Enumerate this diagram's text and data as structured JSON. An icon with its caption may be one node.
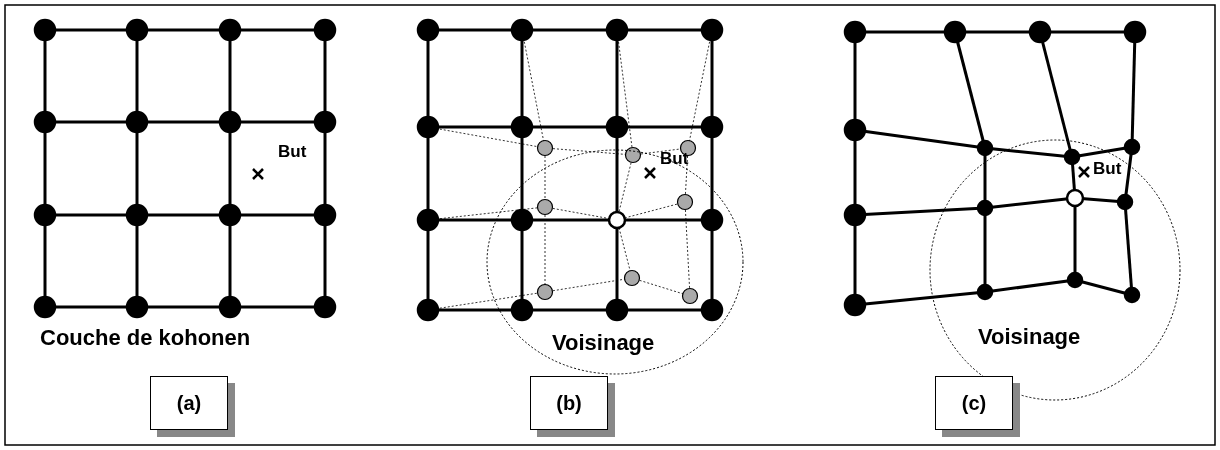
{
  "diagram": {
    "nodes": [
      {
        "text": [
          "(a)"
        ]
      },
      {
        "text": [
          "(b)"
        ]
      },
      {
        "text": [
          "(c)"
        ]
      }
    ],
    "labels": [
      "But",
      "Couche de kohonen",
      "But",
      "Voisinage",
      "But",
      "Voisinage"
    ]
  }
}
